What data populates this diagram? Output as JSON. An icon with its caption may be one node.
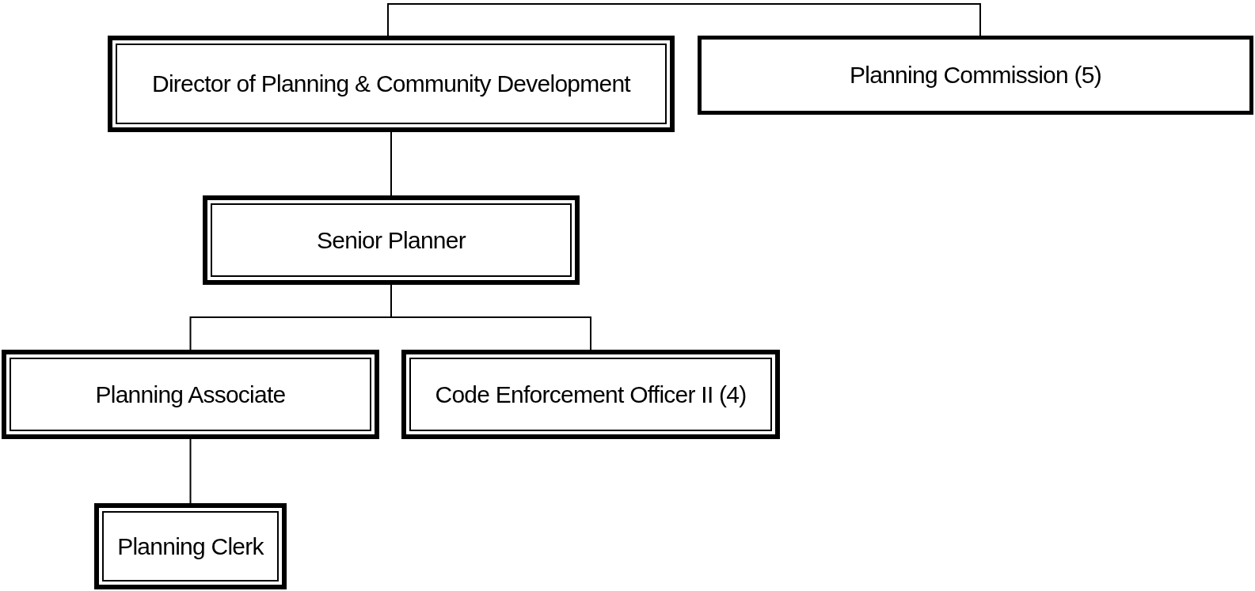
{
  "diagram": {
    "nodes": [
      {
        "text": [
          "Director of Planning & Community Development"
        ]
      },
      {
        "text": [
          "Planning Commission (5)"
        ]
      },
      {
        "text": [
          "Senior Planner"
        ]
      },
      {
        "text": [
          "Planning Associate"
        ]
      },
      {
        "text": [
          "Code Enforcement Officer II (4)"
        ]
      },
      {
        "text": [
          "Planning Clerk"
        ]
      }
    ],
    "edges": [
      {
        "from": 0,
        "to": 1,
        "arrow": "none"
      },
      {
        "from": 0,
        "to": 2,
        "arrow": "none"
      },
      {
        "from": 2,
        "to": 3,
        "arrow": "none"
      },
      {
        "from": 2,
        "to": 4,
        "arrow": "none"
      },
      {
        "from": 3,
        "to": 5,
        "arrow": "none"
      }
    ]
  }
}
